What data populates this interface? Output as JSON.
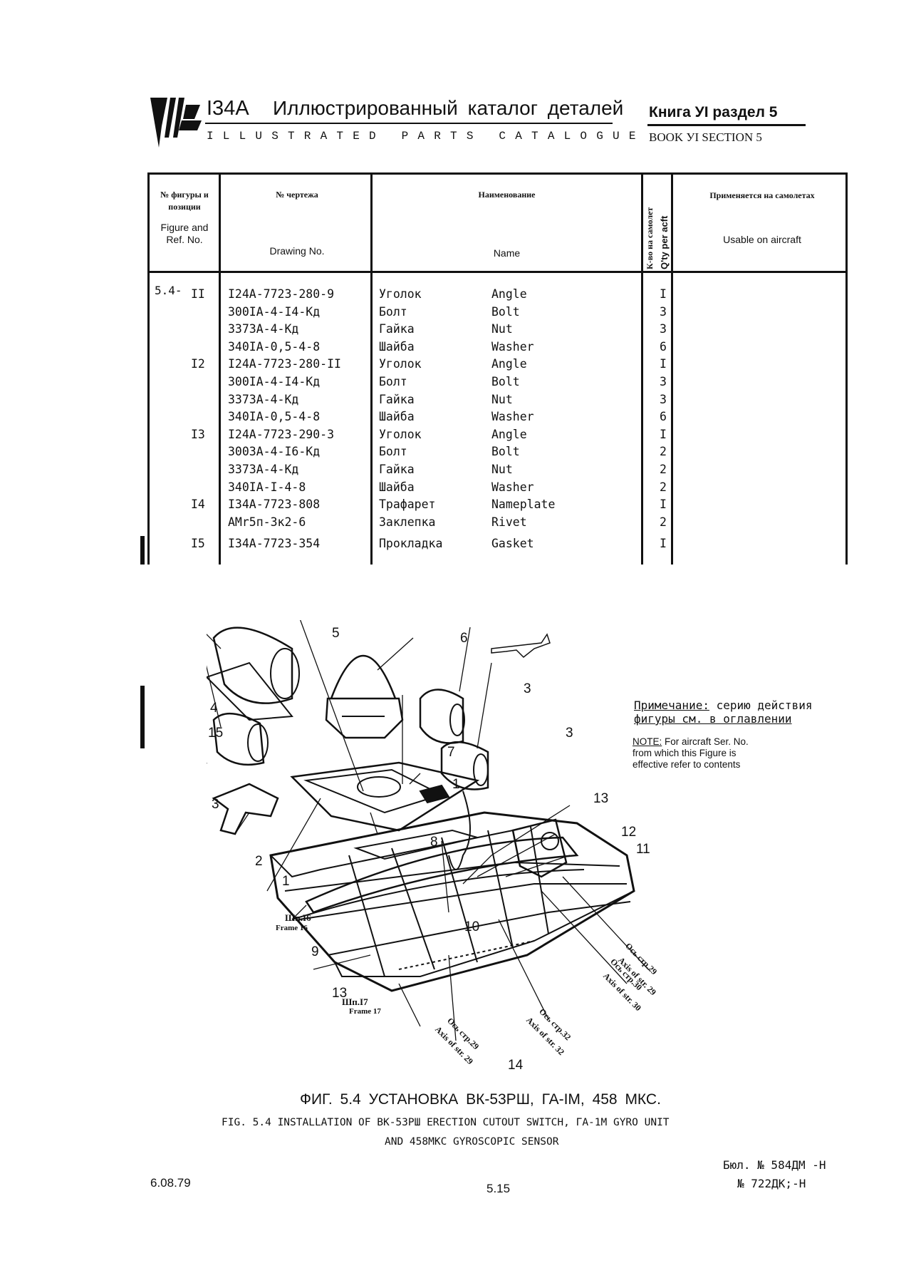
{
  "header": {
    "model": "I34A",
    "title_ru": "Иллюстрированный каталог деталей",
    "title_en": "ILLUSTRATED PARTS CATALOGUE",
    "book_ru": "Книга УI раздел 5",
    "book_en": "BOOK УI SECTION 5"
  },
  "table": {
    "headers": {
      "figure_ru": "№ фигуры и позиции",
      "figure_en": "Figure and Ref. No.",
      "drawing_ru": "№ чертежа",
      "drawing_en": "Drawing No.",
      "name_ru": "Наименование",
      "name_en": "Name",
      "qty_ru": "К-во на самолет",
      "qty_en": "Q'ty per acft",
      "usable_ru": "Применяется на самолетах",
      "usable_en": "Usable on aircraft"
    },
    "figure_prefix": "5.4-",
    "rows": [
      {
        "ref": "II",
        "drawing": "I24A-7723-280-9",
        "name_ru": "Уголок",
        "name_en": "Angle",
        "qty": "I"
      },
      {
        "ref": "",
        "drawing": "300IA-4-I4-Кд",
        "name_ru": "Болт",
        "name_en": "Bolt",
        "qty": "3"
      },
      {
        "ref": "",
        "drawing": "3373A-4-Кд",
        "name_ru": "Гайка",
        "name_en": "Nut",
        "qty": "3"
      },
      {
        "ref": "",
        "drawing": "340IA-0,5-4-8",
        "name_ru": "Шайба",
        "name_en": "Washer",
        "qty": "6"
      },
      {
        "ref": "I2",
        "drawing": "I24A-7723-280-II",
        "name_ru": "Уголок",
        "name_en": "Angle",
        "qty": "I"
      },
      {
        "ref": "",
        "drawing": "300IA-4-I4-Кд",
        "name_ru": "Болт",
        "name_en": "Bolt",
        "qty": "3"
      },
      {
        "ref": "",
        "drawing": "3373A-4-Кд",
        "name_ru": "Гайка",
        "name_en": "Nut",
        "qty": "3"
      },
      {
        "ref": "",
        "drawing": "340IA-0,5-4-8",
        "name_ru": "Шайба",
        "name_en": "Washer",
        "qty": "6"
      },
      {
        "ref": "I3",
        "drawing": "I24A-7723-290-3",
        "name_ru": "Уголок",
        "name_en": "Angle",
        "qty": "I"
      },
      {
        "ref": "",
        "drawing": "3003A-4-I6-Кд",
        "name_ru": "Болт",
        "name_en": "Bolt",
        "qty": "2"
      },
      {
        "ref": "",
        "drawing": "3373A-4-Кд",
        "name_ru": "Гайка",
        "name_en": "Nut",
        "qty": "2"
      },
      {
        "ref": "",
        "drawing": "340IA-I-4-8",
        "name_ru": "Шайба",
        "name_en": "Washer",
        "qty": "2"
      },
      {
        "ref": "I4",
        "drawing": "I34A-7723-808",
        "name_ru": "Трафарет",
        "name_en": "Nameplate",
        "qty": "I"
      },
      {
        "ref": "",
        "drawing": "AMr5п-3к2-6",
        "name_ru": "Заклепка",
        "name_en": "Rivet",
        "qty": "2"
      },
      {
        "ref": "I5",
        "drawing": "I34A-7723-354",
        "name_ru": "Прокладка",
        "name_en": "Gasket",
        "qty": "I"
      }
    ]
  },
  "figure": {
    "callouts": [
      "5",
      "6",
      "3",
      "3",
      "4",
      "15",
      "7",
      "1",
      "3",
      "2",
      "8",
      "13",
      "12",
      "11",
      "1",
      "10",
      "9",
      "13",
      "14"
    ],
    "frame_labels": {
      "f16_ru": "Шп.I6",
      "f16_en": "Frame 16",
      "f17_ru": "Шп.I7",
      "f17_en": "Frame 17"
    },
    "axis_labels": {
      "a29_ru": "Ось стр.29",
      "a29_en": "Axis of str. 29",
      "a30_ru": "Ось стр.30",
      "a30_en": "Axis of str. 30",
      "a32_ru": "Ось стр.32",
      "a32_en": "Axis of str. 32",
      "b29_ru": "Ось стр.29",
      "b29_en": "Axis of str. 29"
    },
    "note_ru_label": "Примечание:",
    "note_ru_line1": " серию действия",
    "note_ru_line2": "фигуры см. в оглавлении",
    "note_en_label": "NOTE:",
    "note_en_line1": " For aircraft Ser. No.",
    "note_en_line2": "from which this Figure is",
    "note_en_line3": "effective refer to contents"
  },
  "caption": {
    "ru": "ФИГ. 5.4  УСТАНОВКА ВК-53РШ, ГА-IМ, 458 МКС.",
    "en_line1": "FIG. 5.4 INSTALLATION OF BK-53PШ ERECTION CUTOUT SWITCH, ГА-1М GYRO UNIT",
    "en_line2": "AND 458MKC GYROSCOPIC SENSOR"
  },
  "footer": {
    "date": "6.08.79",
    "page": "5.15",
    "bulletin1": "Бюл. № 584ДМ -Н",
    "bulletin2": "№ 722ДК;-Н"
  }
}
